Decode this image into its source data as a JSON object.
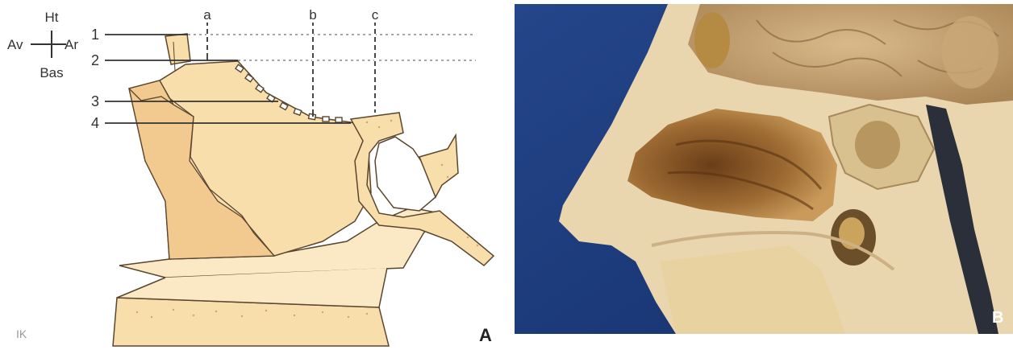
{
  "panel_a": {
    "orientation": {
      "top": "Ht",
      "left": "Av",
      "right": "Ar",
      "bottom": "Bas"
    },
    "level_labels": [
      "1",
      "2",
      "3",
      "4"
    ],
    "point_labels": [
      "a",
      "b",
      "c"
    ],
    "corner_mark": "IK",
    "panel_letter": "A"
  },
  "panel_b": {
    "panel_letter": "B"
  },
  "colors": {
    "bone_fill": "#f8deaa",
    "bone_fill_dark": "#f2c98f",
    "bone_light": "#fbe9c6",
    "outline": "#5a4630",
    "line": "#333333",
    "photo_background": "#1d3a78"
  }
}
